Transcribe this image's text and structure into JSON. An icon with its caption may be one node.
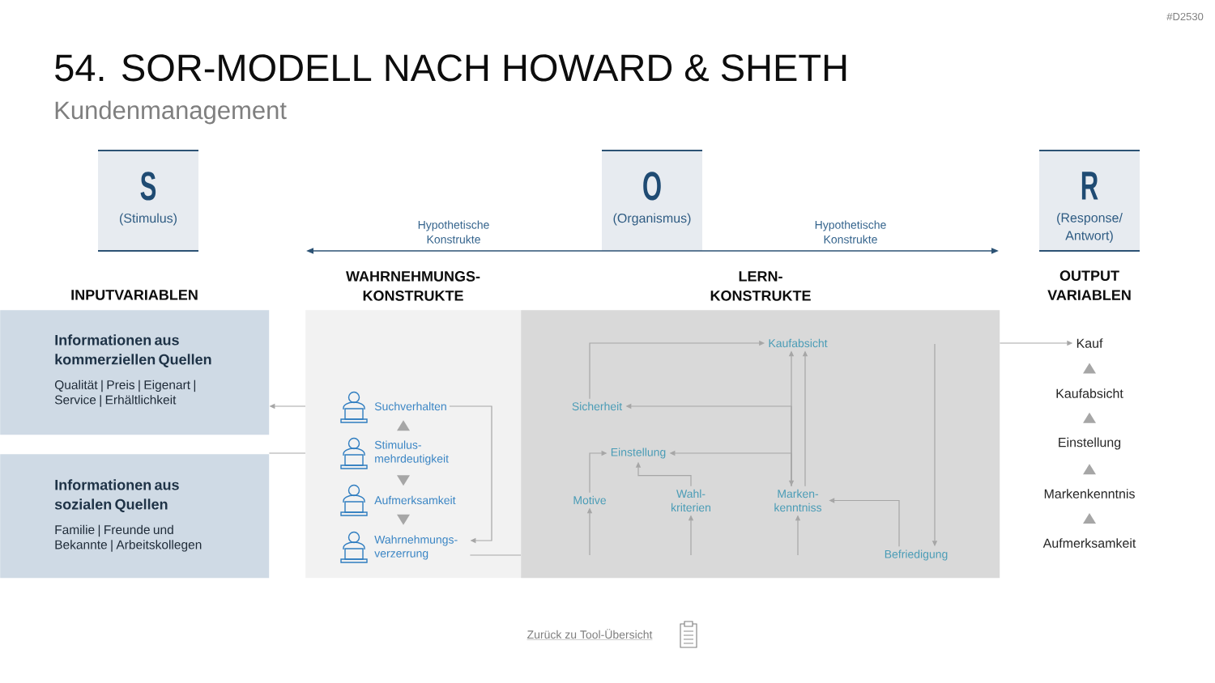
{
  "diagram": {
    "title": "54. SOR-MODELL NACH HOWARD & SHETH",
    "nodes": [
      {
        "text": [
          "S",
          "(Stimulus)"
        ]
      },
      {
        "text": [
          "O",
          "(Organismus)"
        ]
      },
      {
        "text": [
          "R",
          "(Response/ Antwort)"
        ]
      },
      {
        "text": [
          "Informationen aus kommerziellen Quellen",
          "Qualität | Preis | Eigenart | Service | Erhältlichkeit"
        ]
      },
      {
        "text": [
          "Informationen aus sozialen Quellen",
          "Familie | Freunde und Bekannte | Arbeitskollegen"
        ]
      },
      {
        "text": [
          "WAHRNEHMUNGS- KONSTRUKTE"
        ]
      },
      {
        "text": [
          "Suchverhalten"
        ],
        "in": 5
      },
      {
        "text": [
          "Stimulus- mehrdeutigkeit"
        ],
        "in": 5
      },
      {
        "text": [
          "Aufmerksamkeit"
        ],
        "in": 5
      },
      {
        "text": [
          "Wahrnehmungs- verzerrung"
        ],
        "in": 5
      },
      {
        "text": [
          "LERN- KONSTRUKTE"
        ]
      },
      {
        "text": [
          "Kaufabsicht"
        ],
        "in": 10
      },
      {
        "text": [
          "Sicherheit"
        ],
        "in": 10
      },
      {
        "text": [
          "Einstellung"
        ],
        "in": 10
      },
      {
        "text": [
          "Motive"
        ],
        "in": 10
      },
      {
        "text": [
          "Wahl- kriterien"
        ],
        "in": 10
      },
      {
        "text": [
          "Marken- kenntniss"
        ],
        "in": 10
      },
      {
        "text": [
          "Befriedigung"
        ],
        "in": 10
      },
      {
        "text": [
          "Kauf"
        ]
      },
      {
        "text": [
          "Kaufabsicht"
        ]
      },
      {
        "text": [
          "Einstellung"
        ]
      },
      {
        "text": [
          "Markenkenntnis"
        ]
      },
      {
        "text": [
          "Aufmerksamkeit"
        ]
      }
    ],
    "edges": [
      {
        "from": 5,
        "to": 3,
        "arrow": "to"
      },
      {
        "from": 4,
        "to": 5,
        "arrow": "none"
      },
      {
        "from": 7,
        "to": 6,
        "arrow": "to"
      },
      {
        "from": 7,
        "to": 8,
        "arrow": "to"
      },
      {
        "from": 8,
        "to": 9,
        "arrow": "to"
      },
      {
        "from": 6,
        "to": 9,
        "arrow": "to"
      },
      {
        "from": 9,
        "to": 10,
        "arrow": "none"
      },
      {
        "from": 12,
        "to": 11,
        "arrow": "to"
      },
      {
        "from": 16,
        "to": 11,
        "arrow": "both"
      },
      {
        "from": 16,
        "to": 12,
        "arrow": "to"
      },
      {
        "from": 16,
        "to": 13,
        "arrow": "to"
      },
      {
        "from": 16,
        "to": 11,
        "arrow": "to"
      },
      {
        "from": 14,
        "to": 13,
        "arrow": "to"
      },
      {
        "from": 15,
        "to": 13,
        "arrow": "to"
      },
      {
        "from": 17,
        "to": 16,
        "arrow": "to"
      },
      {
        "from": null,
        "to": 17,
        "arrow": "to"
      },
      {
        "from": null,
        "to": 14,
        "arrow": "to"
      },
      {
        "from": null,
        "to": 15,
        "arrow": "to"
      },
      {
        "from": null,
        "to": 16,
        "arrow": "to"
      },
      {
        "from": 10,
        "to": 18,
        "arrow": "to"
      },
      {
        "from": 19,
        "to": 18,
        "arrow": "to"
      },
      {
        "from": 20,
        "to": 19,
        "arrow": "to"
      },
      {
        "from": 21,
        "to": 20,
        "arrow": "to"
      },
      {
        "from": 22,
        "to": 21,
        "arrow": "to"
      }
    ],
    "labels": [
      "#D2530",
      "Kundenmanagement",
      "Hypothetische Konstrukte",
      "Hypothetische Konstrukte",
      "INPUTVARIABLEN",
      "OUTPUT VARIABLEN",
      "Zurück zu Tool-Übersicht"
    ]
  }
}
